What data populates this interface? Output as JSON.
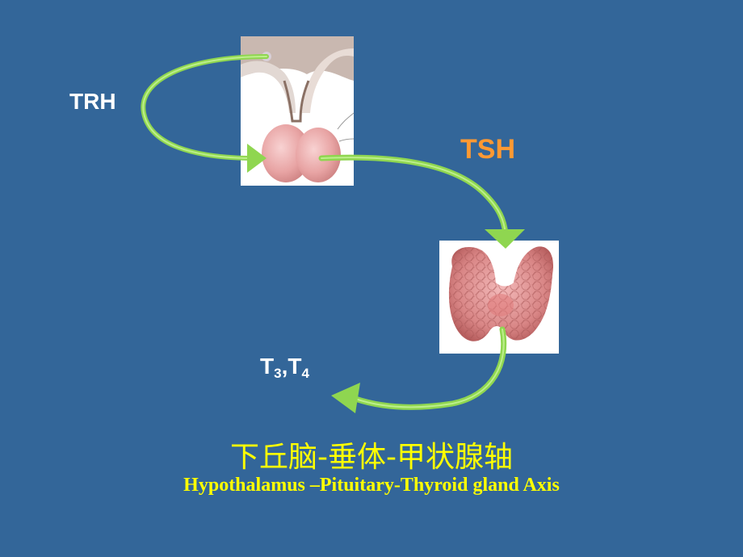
{
  "labels": {
    "trh": "TRH",
    "tsh": "TSH",
    "t3_main": "T",
    "t3_sub": "3",
    "sep": ",",
    "t4_main": "T",
    "t4_sub": "4"
  },
  "title": {
    "chinese": "下丘脑-垂体-甲状腺轴",
    "english": "Hypothalamus –Pituitary-Thyroid gland Axis"
  },
  "images": {
    "pituitary": "hypothalamus-pituitary-illustration",
    "thyroid": "thyroid-gland-illustration"
  },
  "colors": {
    "background": "#336699",
    "arrow": "#8fd650",
    "tsh_label": "#ff9933",
    "title": "#ffff00",
    "white": "#ffffff"
  }
}
